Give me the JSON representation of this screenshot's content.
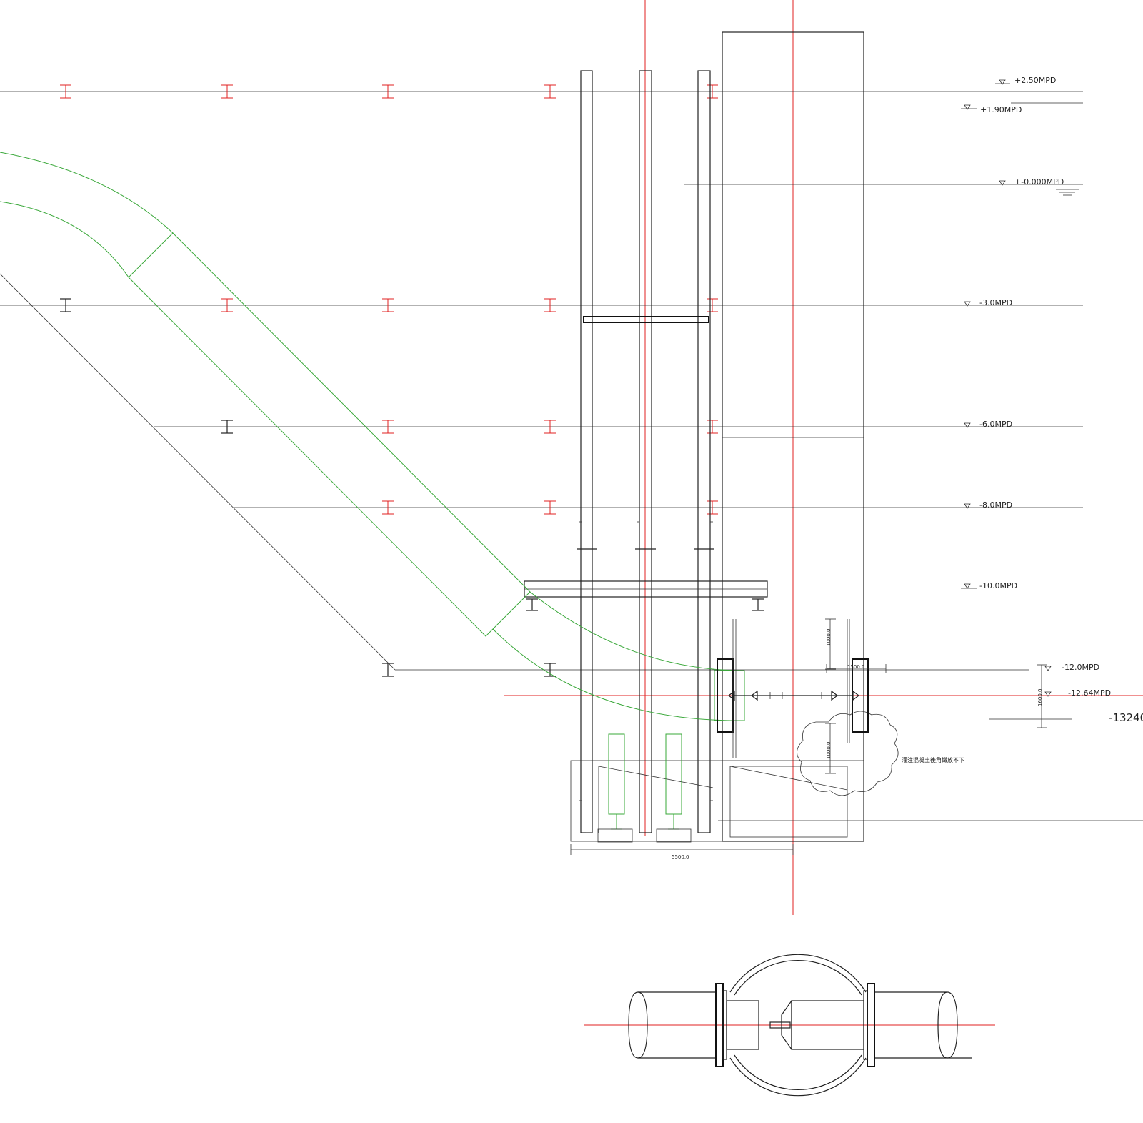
{
  "colors": {
    "line": "#222222",
    "centerline": "#e02020",
    "pipe": "#3aa83a",
    "background": "#ffffff"
  },
  "levels": [
    {
      "label": "+2.50MPD"
    },
    {
      "label": "+1.90MPD"
    },
    {
      "label": "+-0.000MPD"
    },
    {
      "label": "-3.0MPD"
    },
    {
      "label": "-6.0MPD"
    },
    {
      "label": "-8.0MPD"
    },
    {
      "label": "-10.0MPD"
    },
    {
      "label": "-12.0MPD"
    },
    {
      "label": "-12.64MPD"
    }
  ],
  "level_big": "-13240",
  "dims": {
    "width_bottom": "5500.0",
    "v_upper": "1000.0",
    "h_top": "1500.0",
    "v_lower": "1000.0",
    "v_right": "1600.0"
  },
  "note": "灌注混凝土後角鐵放不下"
}
